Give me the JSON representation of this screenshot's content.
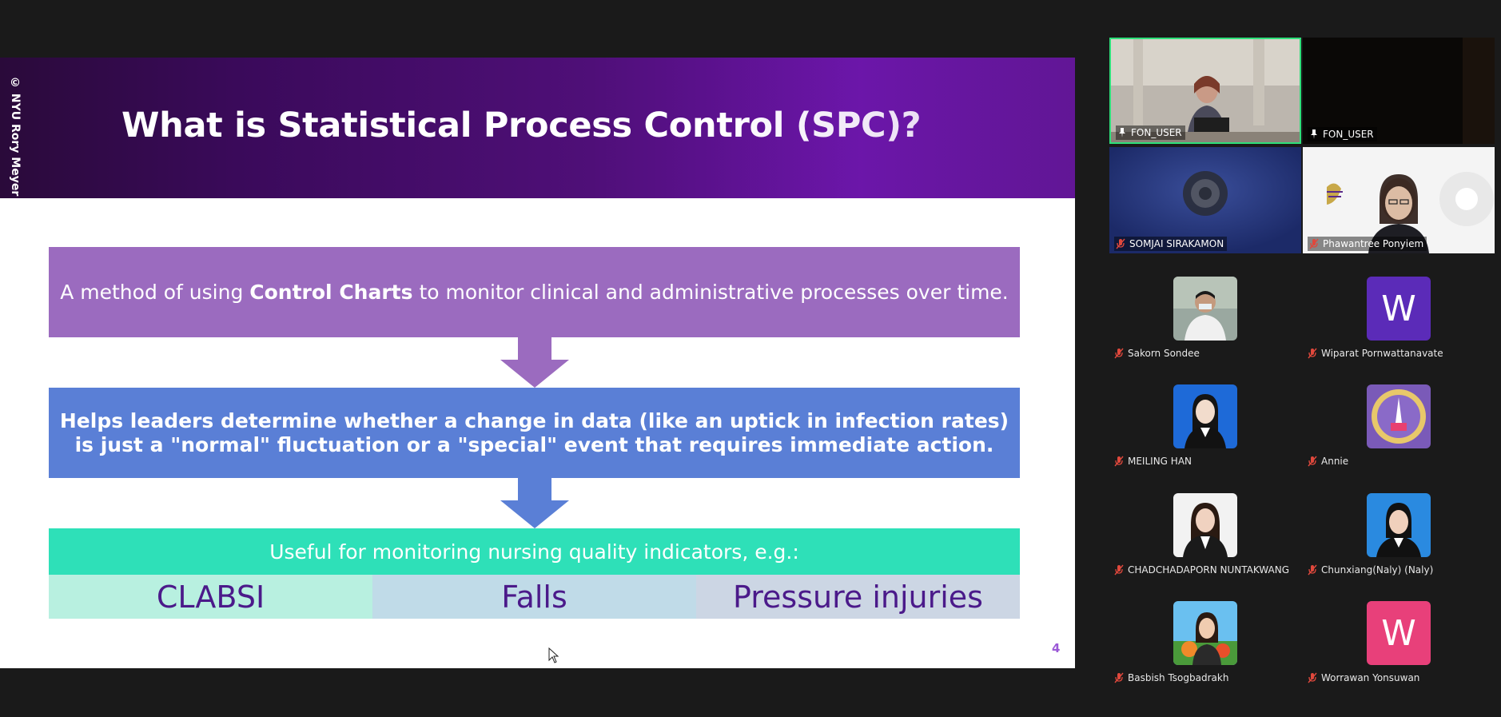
{
  "slide": {
    "copyright": "© NYU Rory Meyers",
    "title": "What is Statistical Process Control (SPC)?",
    "box1": {
      "prefix": "A method of using ",
      "bold": "Control Charts",
      "suffix": " to monitor clinical and administrative processes over time."
    },
    "box2": "Helps leaders determine whether a change in data (like an uptick in infection rates) is just a \"normal\" fluctuation or a \"special\" event that requires immediate action.",
    "box3_header": "Useful for monitoring nursing quality indicators, e.g.:",
    "indicators": [
      "CLABSI",
      "Falls",
      "Pressure injuries"
    ],
    "page_number": "4"
  },
  "participants": {
    "video": [
      {
        "name": "FON_USER",
        "pinned": true,
        "active_speaker": true
      },
      {
        "name": "FON_USER",
        "pinned": true,
        "active_speaker": false
      },
      {
        "name": "SOMJAI SIRAKAMON",
        "muted": true
      },
      {
        "name": "Phawantree Ponyiem",
        "muted": true
      }
    ],
    "list": [
      {
        "name": "Sakorn Sondee",
        "muted": true
      },
      {
        "name": "Wiparat Pornwattanavate",
        "muted": true,
        "initial": "W"
      },
      {
        "name": "MEILING HAN",
        "muted": true
      },
      {
        "name": "Annie",
        "muted": true
      },
      {
        "name": "CHADCHADAPORN NUNTAKWANG",
        "muted": true
      },
      {
        "name": "Chunxiang(Naly) (Naly)",
        "muted": true
      },
      {
        "name": "Basbish Tsogbadrakh",
        "muted": true
      },
      {
        "name": "Worrawan Yonsuwan",
        "muted": true,
        "initial": "W"
      }
    ]
  },
  "colors": {
    "box1": "#9b6bbf",
    "box2": "#5a7fd6",
    "box3": "#2ee0b8",
    "indicator_text": "#4b1a8a",
    "active_speaker_border": "#2ee07a",
    "avatar_purple": "#5b2bb8",
    "avatar_pink": "#e8407a"
  }
}
